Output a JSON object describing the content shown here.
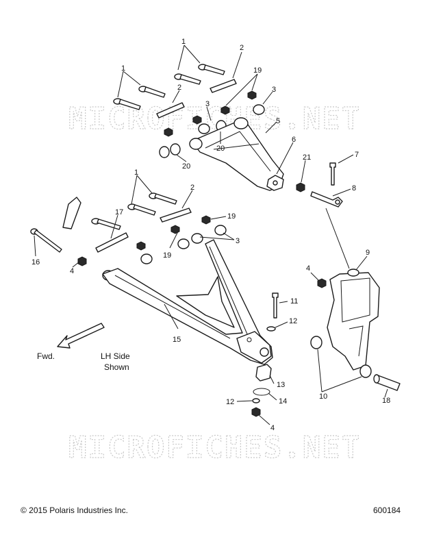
{
  "watermark": "MICROFICHES.NET",
  "labels": {
    "fwd": "Fwd.",
    "side_line1": "LH Side",
    "side_line2": "Shown"
  },
  "callouts": [
    "1",
    "1",
    "2",
    "2",
    "19",
    "3",
    "3",
    "20",
    "5",
    "20",
    "6",
    "21",
    "7",
    "8",
    "1",
    "2",
    "17",
    "19",
    "16",
    "19",
    "3",
    "4",
    "9",
    "4",
    "11",
    "12",
    "15",
    "13",
    "12",
    "14",
    "4",
    "10",
    "18"
  ],
  "footer": {
    "copyright": "© 2015 Polaris Industries Inc.",
    "figure_number": "600184"
  }
}
